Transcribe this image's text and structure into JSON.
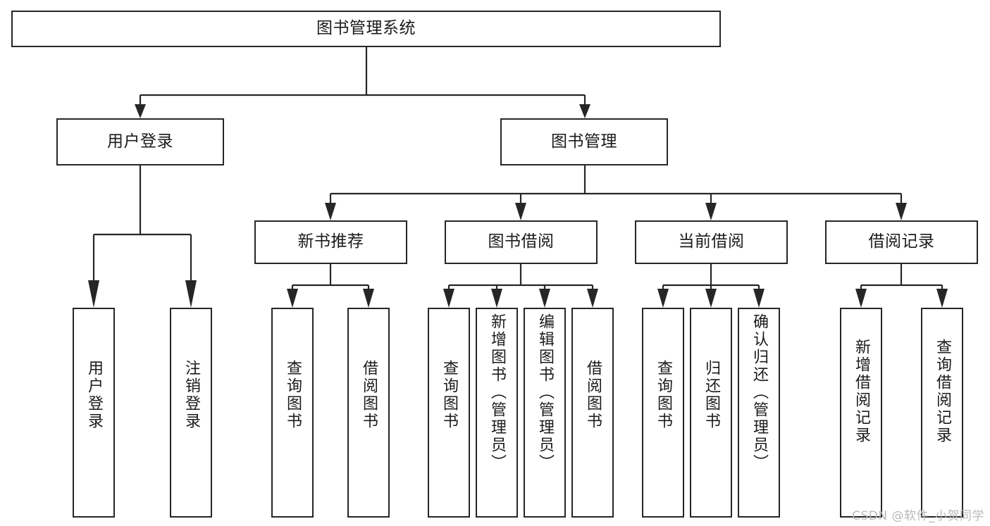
{
  "diagram": {
    "title": "图书管理系统",
    "type": "tree-hierarchy-flowchart",
    "colors": {
      "box_border": "#262626",
      "box_fill": "#ffffff",
      "connector": "#262626",
      "text": "#1b1b1b",
      "watermark": "#b9b9b9",
      "background": "#ffffff"
    },
    "root": {
      "label": "图书管理系统"
    },
    "level2": [
      {
        "label": "用户登录"
      },
      {
        "label": "图书管理"
      }
    ],
    "level3": [
      {
        "label": "新书推荐"
      },
      {
        "label": "图书借阅"
      },
      {
        "label": "当前借阅"
      },
      {
        "label": "借阅记录"
      }
    ],
    "leaves": {
      "user_login": [
        {
          "label": "用户登录"
        },
        {
          "label": "注销登录"
        }
      ],
      "new_book_recommend": [
        {
          "label": "查询图书"
        },
        {
          "label": "借阅图书"
        }
      ],
      "book_borrow": [
        {
          "label": "查询图书"
        },
        {
          "label": "新增图书（管理员）"
        },
        {
          "label": "编辑图书（管理员）"
        },
        {
          "label": "借阅图书"
        }
      ],
      "current_borrow": [
        {
          "label": "查询图书"
        },
        {
          "label": "归还图书"
        },
        {
          "label": "确认归还（管理员）"
        }
      ],
      "borrow_record": [
        {
          "label": "新增借阅记录"
        },
        {
          "label": "查询借阅记录"
        }
      ]
    },
    "watermark": "CSDN @软件_小贺同学"
  }
}
